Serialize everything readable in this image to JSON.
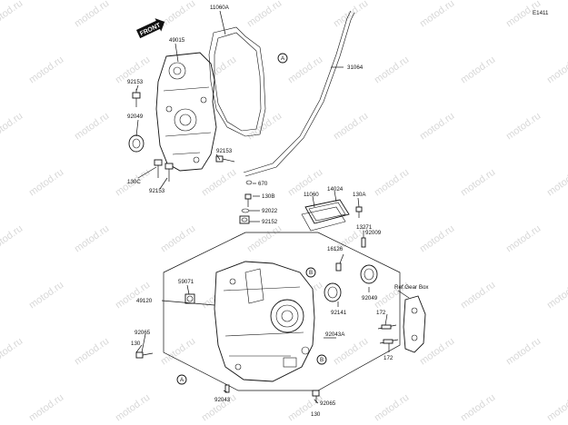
{
  "diagram_code": "E1411",
  "front_label": "FRONT",
  "watermark": "motod.ru",
  "parts": {
    "p11060A": "11060A",
    "p49015": "49015",
    "p31064": "31064",
    "p92153a": "92153",
    "p92049a": "92049",
    "p130C": "130C",
    "p92153b": "92153",
    "p92153c": "92153",
    "p670": "670",
    "p130B": "130B",
    "p92022": "92022",
    "p92152": "92152",
    "p11060": "11060",
    "p14024": "14024",
    "p130A": "130A",
    "p13271": "13271",
    "p92009": "92009",
    "p16126": "16126",
    "p59071": "59071",
    "p49120": "49120",
    "p92049b": "92049",
    "pRefGear": "Ref.Gear Box",
    "p92141": "92141",
    "p172a": "172",
    "p172b": "172",
    "p92043A": "92043A",
    "p92065a": "92065",
    "p130a": "130",
    "p92043": "92043",
    "p92065b": "92065",
    "p130b": "130"
  },
  "callouts": {
    "A": "A",
    "B": "B"
  }
}
